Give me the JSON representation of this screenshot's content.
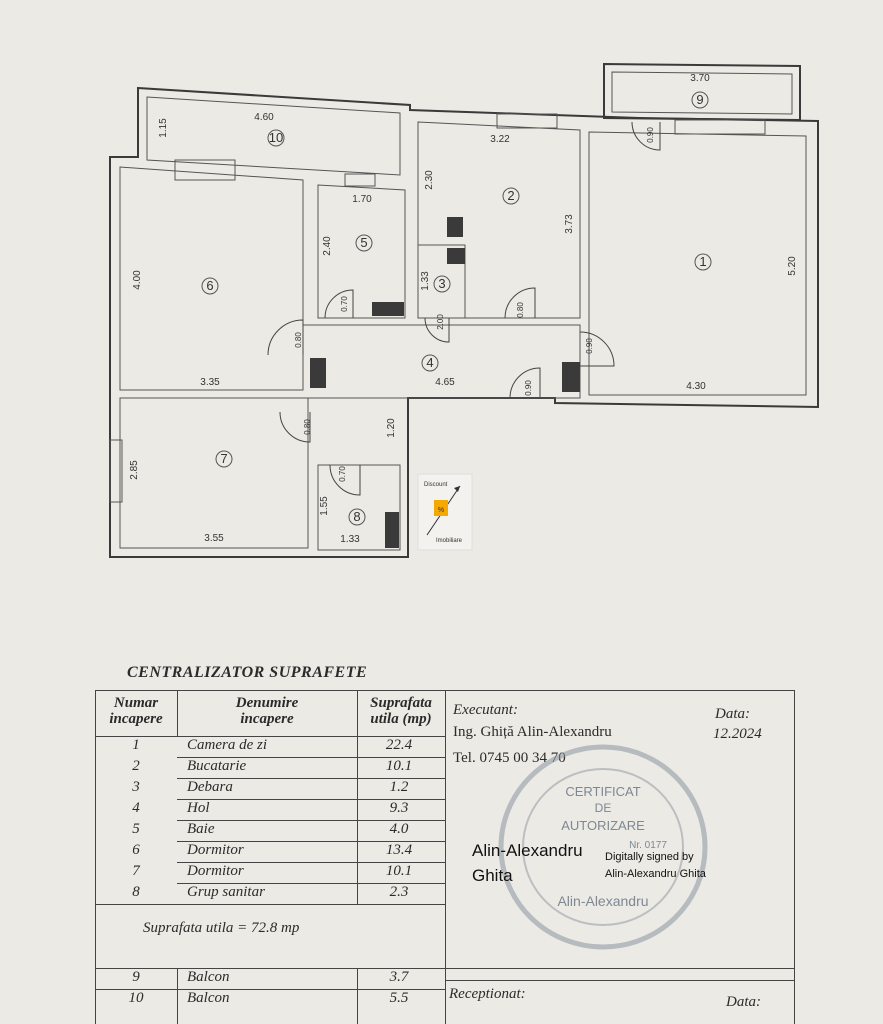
{
  "plan": {
    "rooms": [
      "1",
      "2",
      "3",
      "4",
      "5",
      "6",
      "7",
      "8",
      "9",
      "10"
    ],
    "dimensions": {
      "d460": "4.60",
      "d115": "1.15",
      "d322": "3.22",
      "d370": "3.70",
      "d230": "2.30",
      "d373": "3.73",
      "d520": "5.20",
      "d170": "1.70",
      "d240": "2.40",
      "d133a": "1.33",
      "d400": "4.00",
      "d335": "3.35",
      "d465": "4.65",
      "d430": "4.30",
      "d285": "2.85",
      "d355": "3.55",
      "d120": "1.20",
      "d155": "1.55",
      "d133b": "1.33"
    },
    "doors": {
      "w2": "2.00",
      "a1": "0.80",
      "a2": "0.80",
      "b1": "0.70",
      "b2": "0.70",
      "c1": "0.90",
      "c2": "0.90"
    },
    "logo": {
      "top": "Discount",
      "bottom": "Imobiliare",
      "mark": "%"
    }
  },
  "summary": {
    "title": "CENTRALIZATOR SUPRAFETE",
    "headers": {
      "num_l1": "Numar",
      "num_l2": "incapere",
      "name_l1": "Denumire",
      "name_l2": "incapere",
      "area_l1": "Suprafata",
      "area_l2": "utila (mp)"
    },
    "rooms": [
      {
        "num": "1",
        "name": "Camera de zi",
        "area": "22.4"
      },
      {
        "num": "2",
        "name": "Bucatarie",
        "area": "10.1"
      },
      {
        "num": "3",
        "name": "Debara",
        "area": "1.2"
      },
      {
        "num": "4",
        "name": "Hol",
        "area": "9.3"
      },
      {
        "num": "5",
        "name": "Baie",
        "area": "4.0"
      },
      {
        "num": "6",
        "name": "Dormitor",
        "area": "13.4"
      },
      {
        "num": "7",
        "name": "Dormitor",
        "area": "10.1"
      },
      {
        "num": "8",
        "name": "Grup sanitar",
        "area": "2.3"
      }
    ],
    "total": "Suprafata utila =  72.8 mp",
    "balconies": [
      {
        "num": "9",
        "name": "Balcon",
        "area": "3.7"
      },
      {
        "num": "10",
        "name": "Balcon",
        "area": "5.5"
      }
    ],
    "executant_label": "Executant:",
    "engineer": "Ing. Ghiță Alin-Alexandru",
    "phone": "Tel. 0745 00 34 70",
    "date_label": "Data:",
    "date": "12.2024",
    "receptionat_label": "Receptionat:",
    "date_label2": "Data:",
    "stamp": {
      "line1": "CERTIFICAT",
      "line2": "DE",
      "line3": "AUTORIZARE",
      "line4": "Nr. 0177",
      "line5": "Alin-Alexandru"
    },
    "signature": {
      "name1": "Alin-Alexandru",
      "name2": "Ghita",
      "signed1": "Digitally signed by",
      "signed2": "Alin-Alexandru Ghita"
    }
  }
}
